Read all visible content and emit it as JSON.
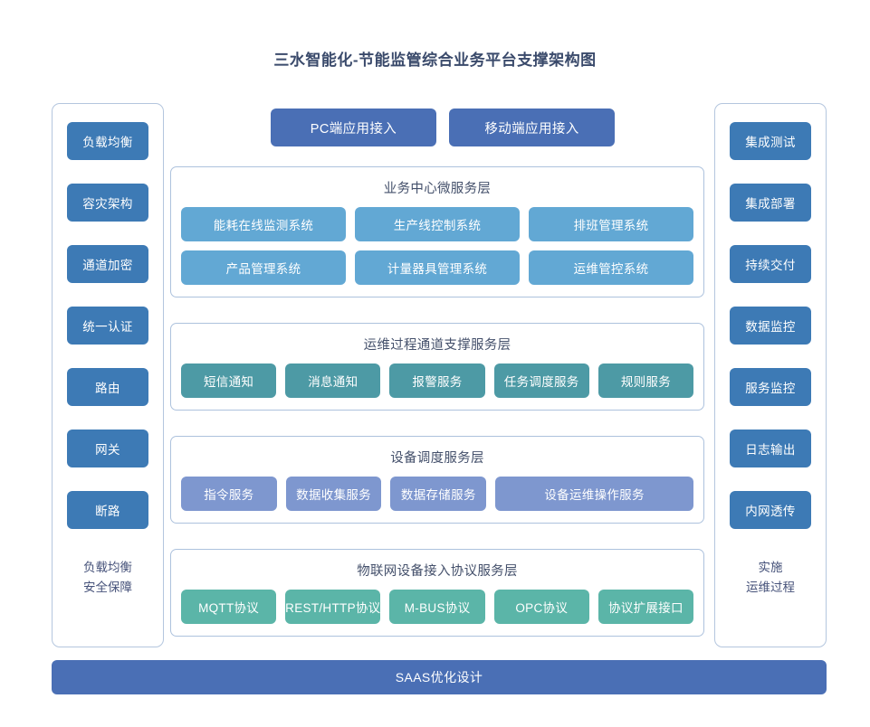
{
  "title": "三水智能化-节能监管综合业务平台支撑架构图",
  "colors": {
    "side_button": "#3d7ab5",
    "access_button": "#4a6fb5",
    "business_item": "#62a8d4",
    "ops_item": "#4d9aa5",
    "device_item": "#7e97cf",
    "iot_item": "#5bb5a8",
    "bottom_bar": "#4a6fb5",
    "panel_border": "#adc2dd",
    "title_text": "#3a4a6b",
    "background": "#ffffff"
  },
  "left_column": {
    "items": [
      {
        "label": "负载均衡"
      },
      {
        "label": "容灾架构"
      },
      {
        "label": "通道加密"
      },
      {
        "label": "统一认证"
      },
      {
        "label": "路由"
      },
      {
        "label": "网关"
      },
      {
        "label": "断路"
      }
    ],
    "footer_line1": "负载均衡",
    "footer_line2": "安全保障"
  },
  "right_column": {
    "items": [
      {
        "label": "集成测试"
      },
      {
        "label": "集成部署"
      },
      {
        "label": "持续交付"
      },
      {
        "label": "数据监控"
      },
      {
        "label": "服务监控"
      },
      {
        "label": "日志输出"
      },
      {
        "label": "内网透传"
      }
    ],
    "footer_line1": "实施",
    "footer_line2": "运维过程"
  },
  "access": {
    "pc": "PC端应用接入",
    "mobile": "移动端应用接入"
  },
  "layers": {
    "business": {
      "title": "业务中心微服务层",
      "row1": [
        {
          "label": "能耗在线监测系统"
        },
        {
          "label": "生产线控制系统"
        },
        {
          "label": "排班管理系统"
        }
      ],
      "row2": [
        {
          "label": "产品管理系统"
        },
        {
          "label": "计量器具管理系统"
        },
        {
          "label": "运维管控系统"
        }
      ]
    },
    "ops": {
      "title": "运维过程通道支撑服务层",
      "items": [
        {
          "label": "短信通知"
        },
        {
          "label": "消息通知"
        },
        {
          "label": "报警服务"
        },
        {
          "label": "任务调度服务"
        },
        {
          "label": "规则服务"
        }
      ]
    },
    "device": {
      "title": "设备调度服务层",
      "items": [
        {
          "label": "指令服务"
        },
        {
          "label": "数据收集服务"
        },
        {
          "label": "数据存储服务"
        },
        {
          "label": "设备运维操作服务"
        }
      ]
    },
    "iot": {
      "title": "物联网设备接入协议服务层",
      "items": [
        {
          "label": "MQTT协议"
        },
        {
          "label": "REST/HTTP协议"
        },
        {
          "label": "M-BUS协议"
        },
        {
          "label": "OPC协议"
        },
        {
          "label": "协议扩展接口"
        }
      ]
    }
  },
  "bottom_bar": "SAAS优化设计"
}
